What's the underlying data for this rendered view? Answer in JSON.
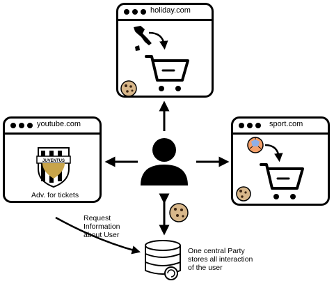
{
  "windows": {
    "holiday": {
      "title": "holiday.com"
    },
    "youtube": {
      "title": "youtube.com",
      "ad_label": "Adv. for tickets",
      "logo_text": "JUVENTUS"
    },
    "sport": {
      "title": "sport.com"
    }
  },
  "labels": {
    "request": [
      "Request",
      "Information",
      "about User"
    ],
    "central": [
      "One central Party",
      "stores all interaction",
      "of the user"
    ]
  }
}
